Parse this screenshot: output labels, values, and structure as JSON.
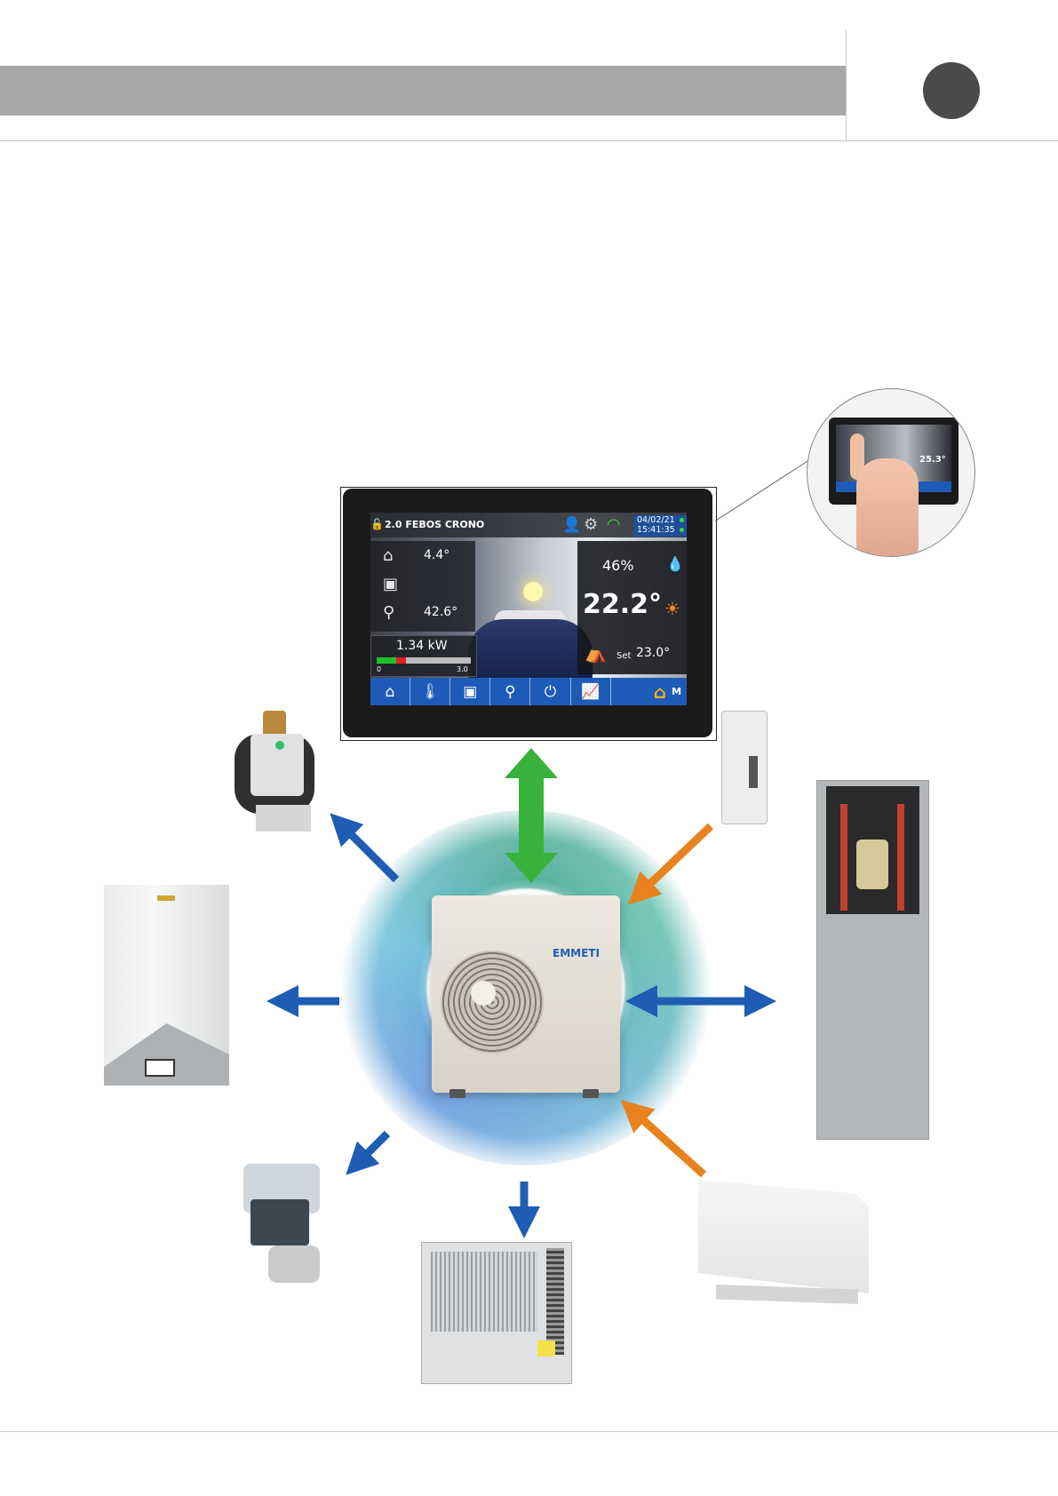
{
  "screen": {
    "title": "2.0 FEBOS CRONO",
    "date": "04/02/21",
    "time": "15:41:35",
    "outdoor_temp": "4.4°",
    "dhw_temp": "42.6°",
    "power": "1.34 kW",
    "power_min": "0",
    "power_max": "3.0",
    "power_fraction": 0.31,
    "humidity": "46%",
    "room_temp": "22.2°",
    "set_label": "Set",
    "set_temp": "23.0°",
    "nav_mode": "M",
    "mini_temp": "25.3°"
  },
  "unit": {
    "logo": "EMMETI"
  },
  "colors": {
    "accent_blue": "#1e5bb8",
    "arrow_blue": "#1f5db5",
    "arrow_green": "#38b23a",
    "arrow_orange": "#e8821e",
    "wifi_green": "#3ed14a"
  }
}
